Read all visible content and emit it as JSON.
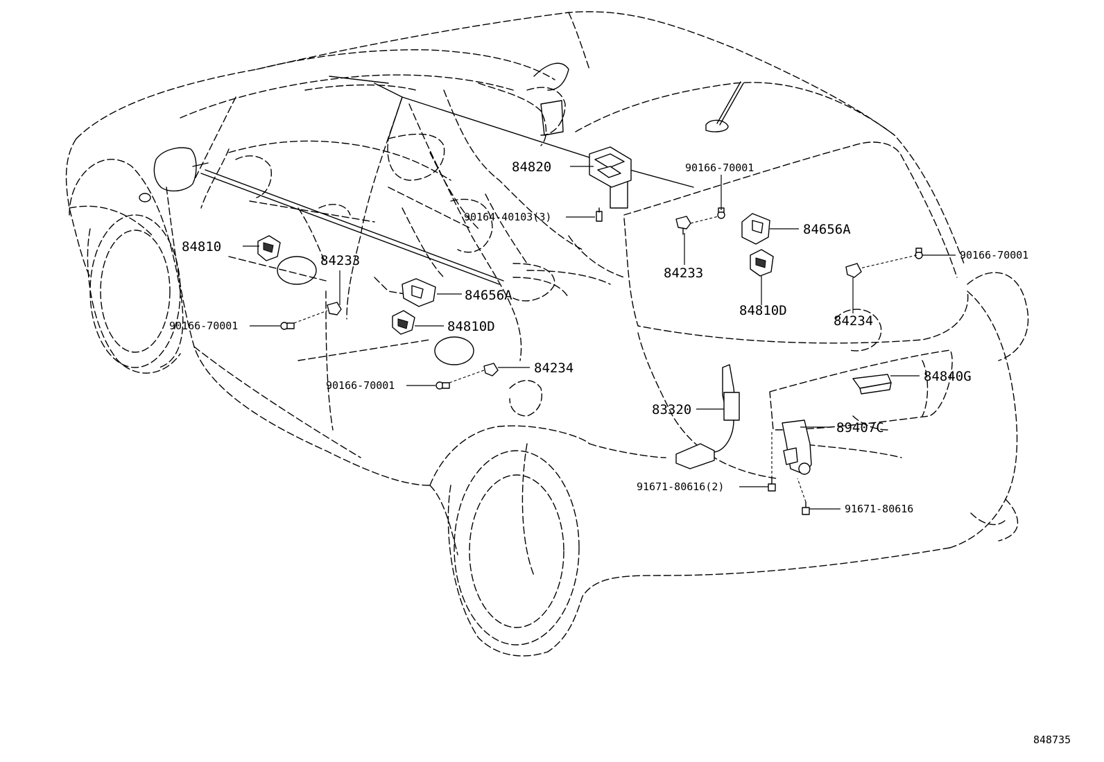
{
  "diagram": {
    "figure_id": "848735",
    "callouts": [
      {
        "id": "c-84820",
        "text": "84820"
      },
      {
        "id": "c-90164-40103",
        "text": "90164-40103(3)"
      },
      {
        "id": "c-90166-70001-a",
        "text": "90166-70001"
      },
      {
        "id": "c-84656a-r",
        "text": "84656A"
      },
      {
        "id": "c-84233-r",
        "text": "84233"
      },
      {
        "id": "c-84810d-r",
        "text": "84810D"
      },
      {
        "id": "c-90166-70001-b",
        "text": "90166-70001"
      },
      {
        "id": "c-84234-r",
        "text": "84234"
      },
      {
        "id": "c-84810",
        "text": "84810"
      },
      {
        "id": "c-84233-l",
        "text": "84233"
      },
      {
        "id": "c-84656a-l",
        "text": "84656A"
      },
      {
        "id": "c-90166-70001-c",
        "text": "90166-70001"
      },
      {
        "id": "c-84810d-l",
        "text": "84810D"
      },
      {
        "id": "c-84234-l",
        "text": "84234"
      },
      {
        "id": "c-90166-70001-d",
        "text": "90166-70001"
      },
      {
        "id": "c-83320",
        "text": "83320"
      },
      {
        "id": "c-84840g",
        "text": "84840G"
      },
      {
        "id": "c-89407c",
        "text": "89407C"
      },
      {
        "id": "c-91671-80616-2",
        "text": "91671-80616(2)"
      },
      {
        "id": "c-91671-80616",
        "text": "91671-80616"
      }
    ]
  }
}
